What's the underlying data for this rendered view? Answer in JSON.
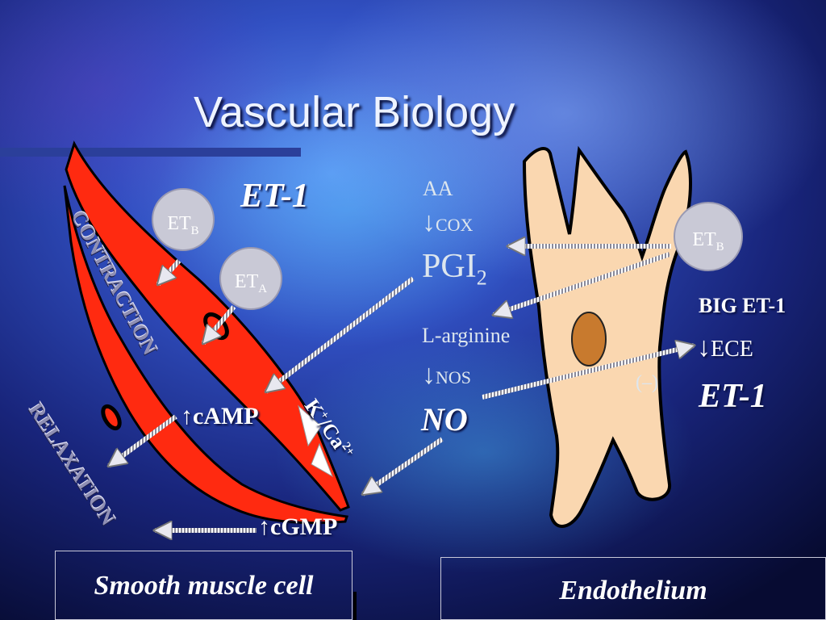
{
  "slide": {
    "title": "Vascular Biology"
  },
  "labels": {
    "et1_left": "ET-1",
    "aa": "AA",
    "cox_arrow": "↓",
    "cox": "COX",
    "pgi": "PGI",
    "pgi_sub": "2",
    "larginine": "L-arginine",
    "nos_arrow": "↓",
    "nos": "NOS",
    "no": "NO",
    "camp_arrow": "↑",
    "camp": "cAMP",
    "cgmp_arrow": "↑",
    "cgmp": "cGMP",
    "big_et1": "BIG ET-1",
    "ece_arrow": "↓",
    "ece": "ECE",
    "minus": "(–)",
    "et1_right": "ET-1",
    "k": "K",
    "k_sup": "+",
    "slash_ca": "/Ca",
    "ca_sup": "2+",
    "contraction": "CONTRACTION",
    "relaxation": "RELAXATION"
  },
  "receptors": {
    "etb_left": {
      "main": "ET",
      "sub": "B"
    },
    "eta": {
      "main": "ET",
      "sub": "A"
    },
    "etb_right": {
      "main": "ET",
      "sub": "B"
    }
  },
  "boxes": {
    "smooth_muscle": "Smooth muscle cell",
    "endothelium": "Endothelium"
  },
  "colors": {
    "muscle_cell": "#ff2a10",
    "endothelial_cell": "#fad7b0",
    "nucleus": "#c87a2e",
    "receptor": "#c9c9d6",
    "title_bar": "#2b3f9a"
  }
}
